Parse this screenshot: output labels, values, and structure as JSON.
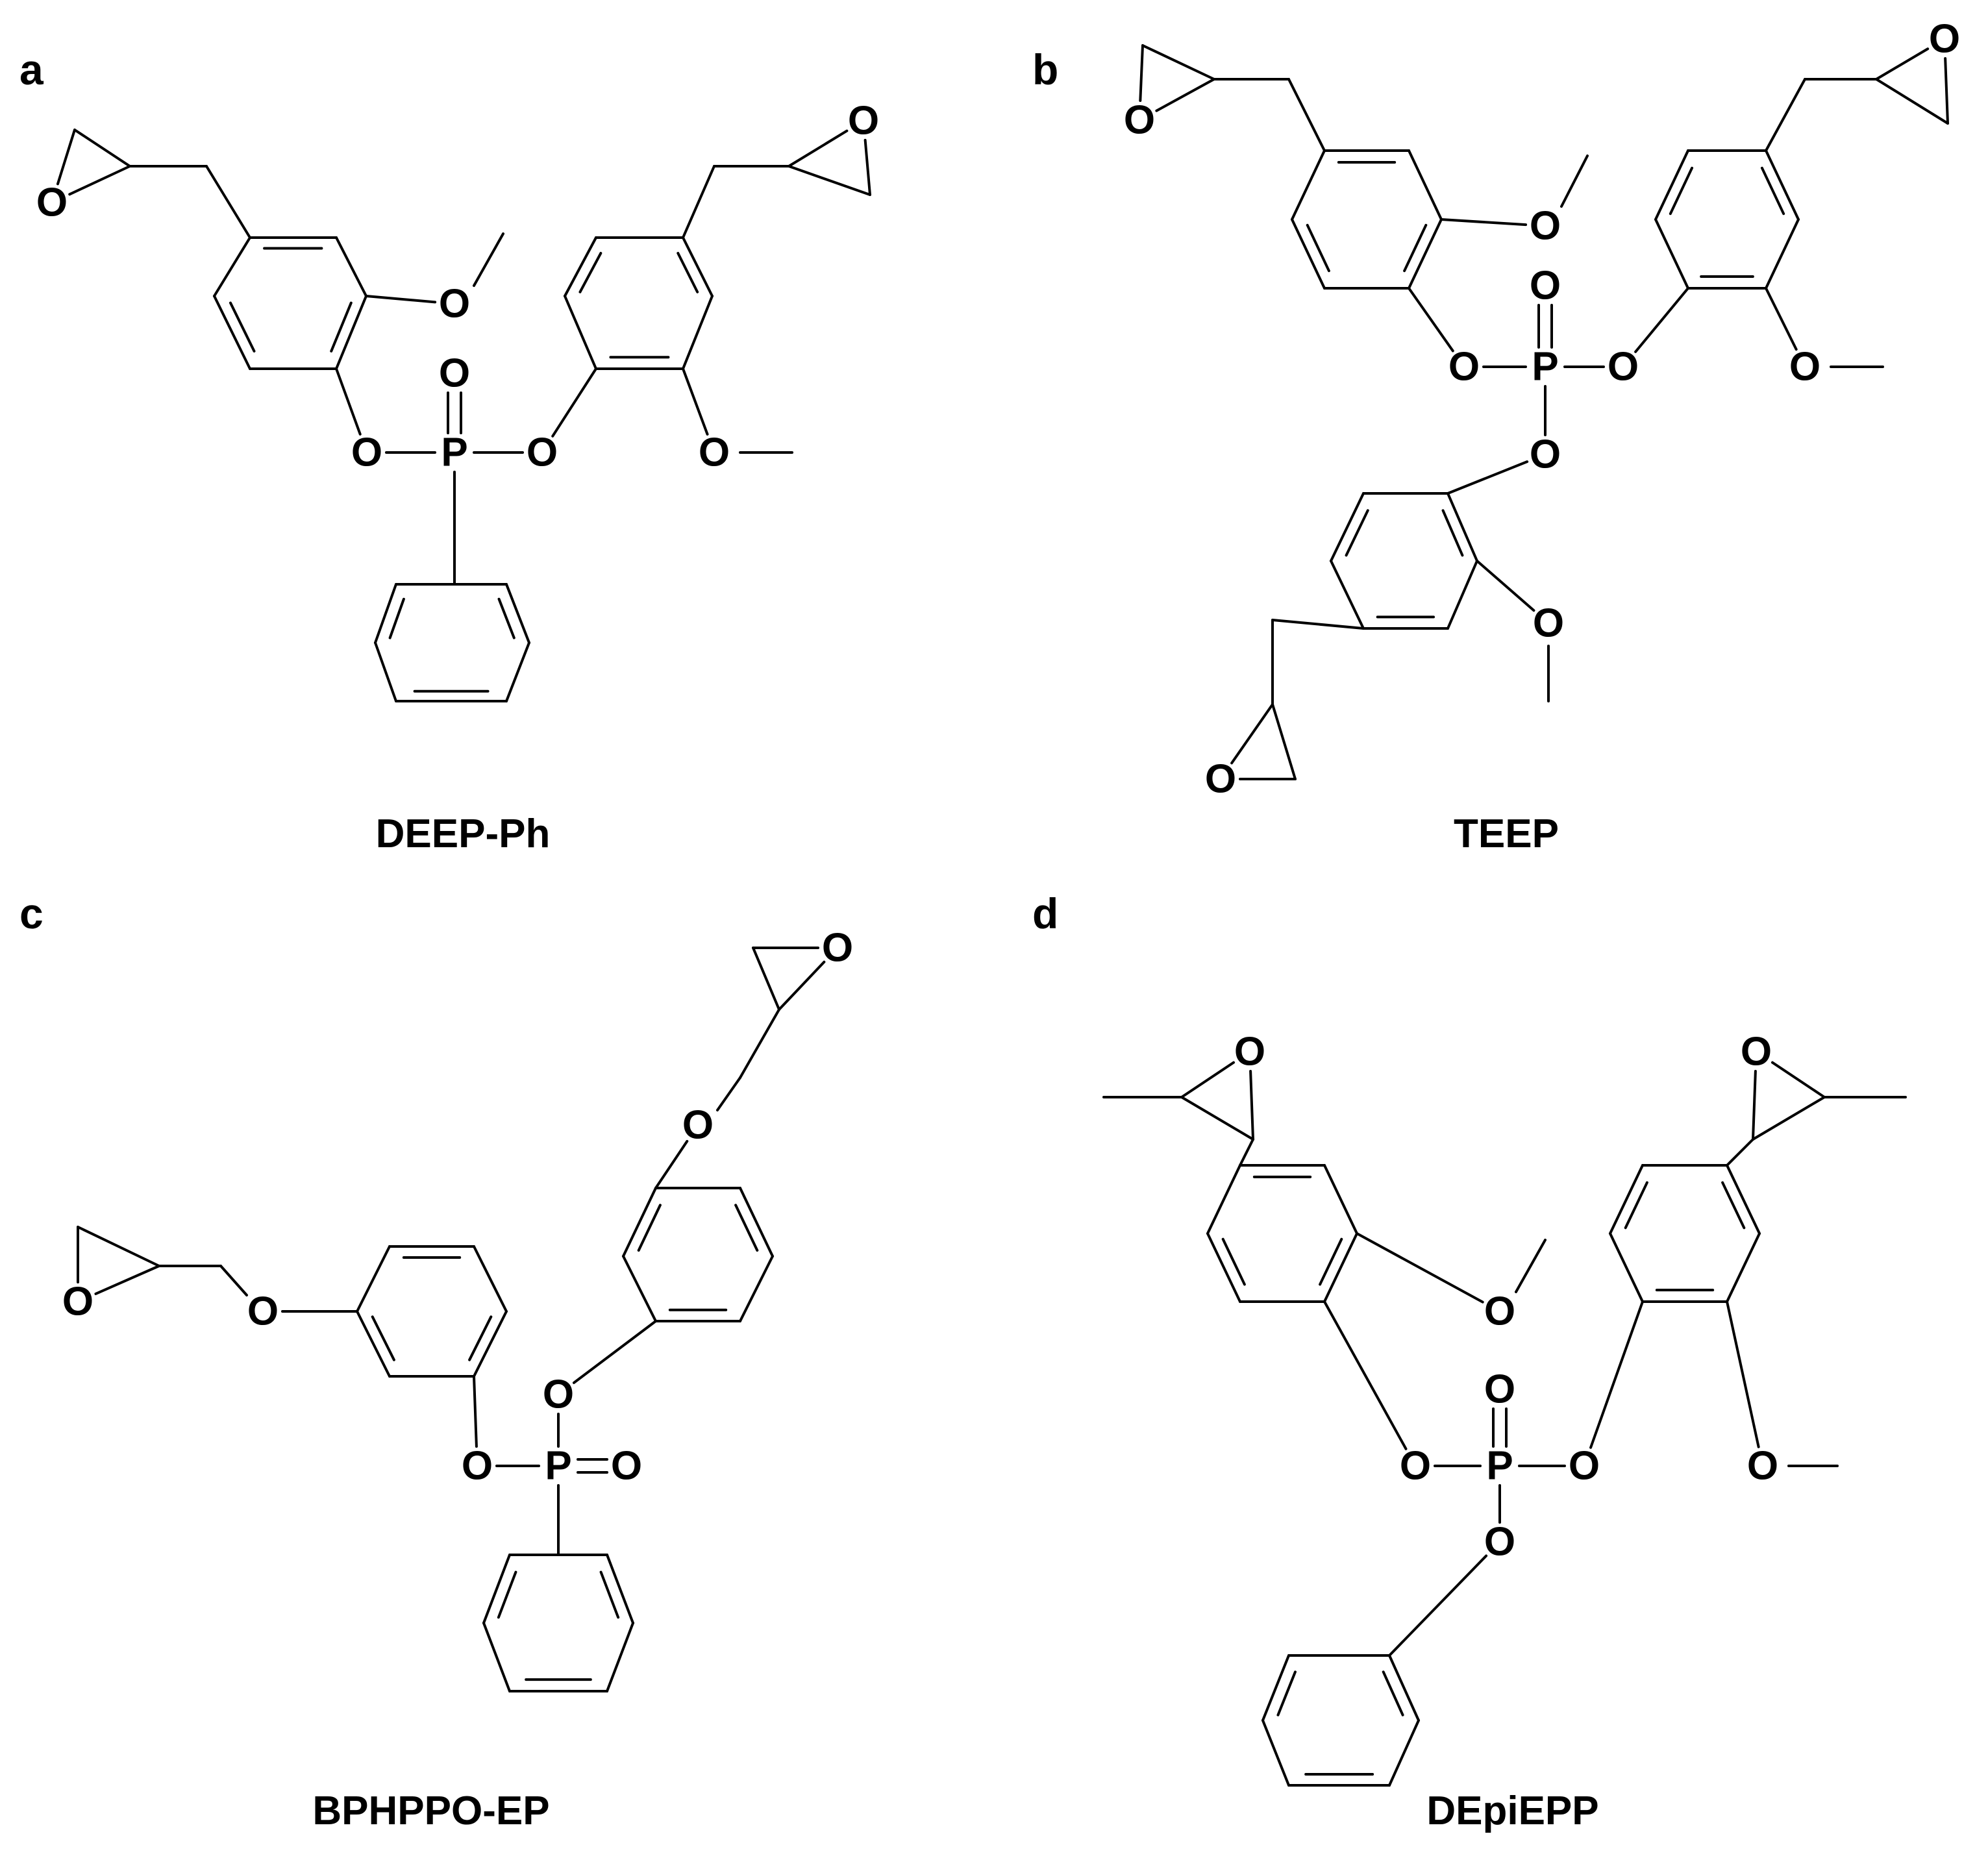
{
  "atom_labels": {
    "oxygen": "O",
    "phosphorus": "P"
  },
  "panels": [
    {
      "letter": "a",
      "name": "DEEP-Ph"
    },
    {
      "letter": "b",
      "name": "TEEP"
    },
    {
      "letter": "c",
      "name": "BPHPPO-EP"
    },
    {
      "letter": "d",
      "name": "DEpiEPP"
    }
  ]
}
